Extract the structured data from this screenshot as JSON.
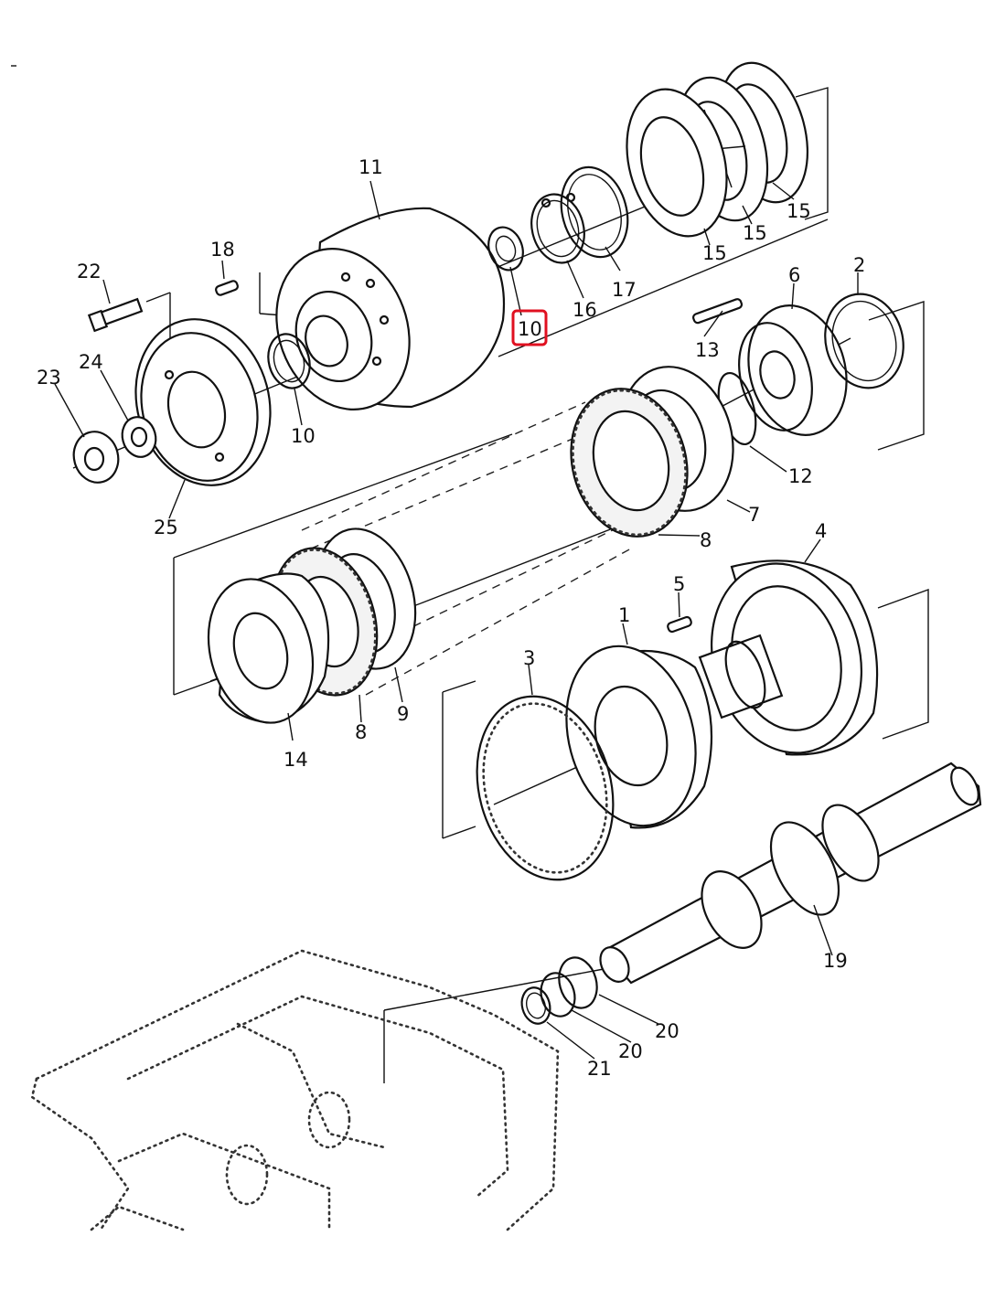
{
  "callouts": {
    "c1": "1",
    "c2": "2",
    "c3": "3",
    "c4": "4",
    "c5": "5",
    "c6": "6",
    "c7": "7",
    "c8a": "8",
    "c8b": "8",
    "c9": "9",
    "c10a": "10",
    "c10b": "10",
    "c11": "11",
    "c12": "12",
    "c13": "13",
    "c14": "14",
    "c15a": "15",
    "c15b": "15",
    "c15c": "15",
    "c16": "16",
    "c17": "17",
    "c18": "18",
    "c19": "19",
    "c20a": "20",
    "c20b": "20",
    "c21": "21",
    "c22": "22",
    "c23": "23",
    "c24": "24",
    "c25": "25"
  },
  "highlight": {
    "part": "10",
    "color": "#e01020"
  }
}
